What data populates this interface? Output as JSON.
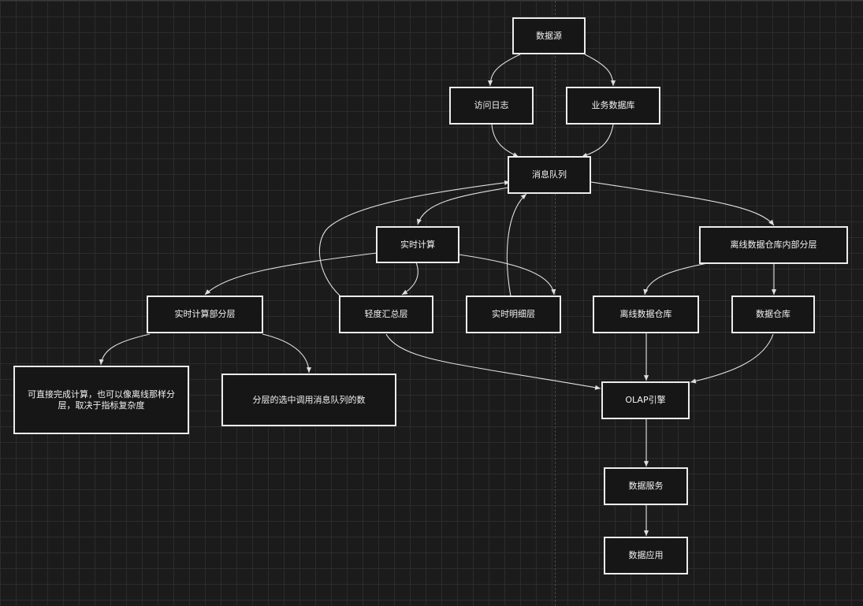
{
  "nodes": {
    "data_source": "数据源",
    "access_log": "访问日志",
    "business_db": "业务数据库",
    "message_queue": "消息队列",
    "realtime_compute": "实时计算",
    "offline_dw_layers": "离线数据仓库内部分层",
    "realtime_layers": "实时计算部分层",
    "light_summary": "轻度汇总层",
    "realtime_detail": "实时明细层",
    "offline_dw": "离线数据仓库",
    "data_warehouse": "数据仓库",
    "note_direct_compute": "可直接完成计算，也可以像离线那样分层，取决于指标复杂度",
    "note_layer_select": "分层的选中调用消息队列的数",
    "olap_engine": "OLAP引擎",
    "data_service": "数据服务",
    "data_app": "数据应用"
  },
  "colors": {
    "background": "#1b1b1b",
    "grid": "#2c2c2c",
    "node_border": "#ececec",
    "node_fill": "#161616",
    "edge": "#e0e0e0",
    "text": "#f2f2f2"
  }
}
